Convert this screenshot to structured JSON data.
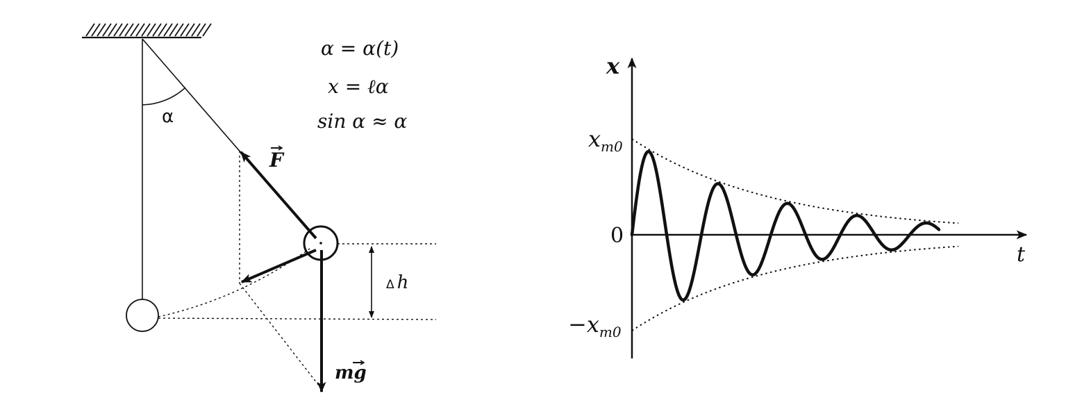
{
  "pendulum": {
    "equations": {
      "eq1": "α = α(t)",
      "eq2": "x = ℓα",
      "eq3": "sin α ≈ α"
    },
    "angle_label": "α",
    "force_label": "F",
    "weight_label": "mg",
    "height_label_delta": "Δ",
    "height_label_var": "h"
  },
  "graph": {
    "y_axis_label": "x",
    "x_axis_label": "t",
    "amplitude_label_pos": "x",
    "amplitude_label_neg": "−x",
    "amplitude_subscript": "m0",
    "origin_label": "0"
  },
  "colors": {
    "ink": "#111111",
    "background": "#ffffff"
  }
}
